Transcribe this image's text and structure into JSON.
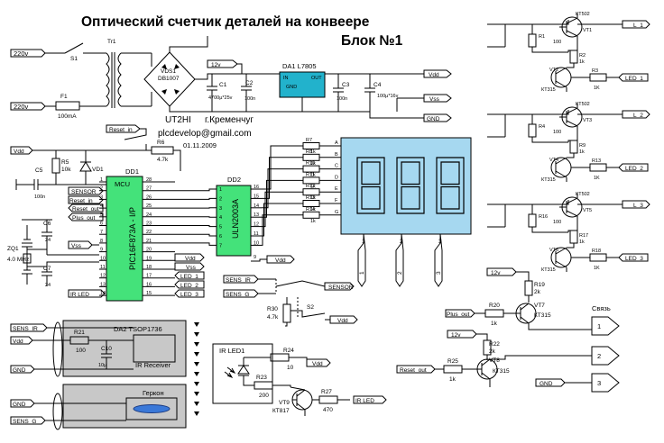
{
  "title": {
    "line1": "Оптический счетчик деталей на конвеере",
    "line2": "Блок №1"
  },
  "author": {
    "call": "UT2HI",
    "city": "г.Кременчуг",
    "email": "plcdevelop@gmail.com",
    "date": "01.11.2009"
  },
  "power": {
    "in1": "220v",
    "in2": "220v",
    "s1": "S1",
    "tr": "Tr1",
    "f1": "F1",
    "f1_val": "100mA",
    "vds": "VDS1",
    "vds_part": "DB1007",
    "c1": "C1",
    "c1_val": "4700µ*25v",
    "c2": "C2",
    "c2_val": "100n",
    "reg": "DA1  L7805",
    "reg_in": "IN",
    "reg_out": "OUT",
    "reg_gnd": "GND",
    "c3": "C3",
    "c3_val": "100n",
    "c4": "C4",
    "c4_val": "100µ*16v",
    "v12": "12v",
    "vdd": "Vdd",
    "vss": "Vss",
    "gnd": "GND"
  },
  "reset": {
    "label": "Reset_in",
    "r6": "R6",
    "r6_val": "4.7k",
    "vdd": "Vdd",
    "r5": "R5",
    "r5_val": "10k",
    "vd1": "VD1",
    "c5": "C5",
    "c5_val": "100n"
  },
  "mcu": {
    "ref": "DD1",
    "name": "MCU",
    "part": "PIC16F873A - I/P",
    "left_pins": [
      "1",
      "2",
      "3",
      "4",
      "5",
      "6",
      "7",
      "8",
      "9",
      "10",
      "11",
      "12",
      "13",
      "14"
    ],
    "right_pins": [
      "28",
      "27",
      "26",
      "25",
      "24",
      "23",
      "22",
      "21",
      "20",
      "19",
      "18",
      "17",
      "16",
      "15"
    ],
    "left_sigs": [
      "SENSOR",
      "Reset_in",
      "Reset_out",
      "Plus_out"
    ],
    "vss": "Vss",
    "zq": "ZQ1",
    "zq_val": "4.0 MHz",
    "c6": "C6",
    "c6_val": "24",
    "c7": "C7",
    "c7_val": "24",
    "ir_led": "IR LED",
    "right_sigs": [
      "Vdd",
      "Vss",
      "LED_1",
      "LED_2",
      "LED_3"
    ]
  },
  "drv": {
    "ref": "DD2",
    "part": "ULN2003A",
    "left_pins": [
      "1",
      "2",
      "3",
      "4",
      "5",
      "6",
      "7"
    ],
    "right_pins": [
      "16",
      "15",
      "14",
      "13",
      "12",
      "11",
      "10"
    ],
    "pin9": "9",
    "vdd": "Vdd"
  },
  "seg_res": {
    "names": [
      "R7",
      "R8",
      "R10",
      "R11",
      "R12",
      "R13",
      "R14"
    ],
    "vals": [
      "1k",
      "1k",
      "1k",
      "1k",
      "1k",
      "1k",
      "1k"
    ],
    "letters": [
      "A",
      "B",
      "C",
      "D",
      "E",
      "F",
      "G"
    ]
  },
  "display": {
    "digits": [
      "1",
      "2",
      "3"
    ]
  },
  "outs": [
    {
      "q1": "VT1",
      "q1p": "КТ502",
      "r1": "R1",
      "r1v": "100",
      "r2": "R2",
      "r2v": "1k",
      "q2": "VT2",
      "q2p": "КТ315",
      "r3": "R3",
      "r3v": "1K",
      "l": "L_1",
      "led": "LED_1"
    },
    {
      "q1": "VT3",
      "q1p": "КТ502",
      "r1": "R4",
      "r1v": "100",
      "r2": "R9",
      "r2v": "1k",
      "q2": "VT4",
      "q2p": "КТ315",
      "r3": "R13",
      "r3v": "1K",
      "l": "L_2",
      "led": "LED_2"
    },
    {
      "q1": "VT5",
      "q1p": "КТ502",
      "r1": "R16",
      "r1v": "100",
      "r2": "R17",
      "r2v": "1k",
      "q2": "VT6",
      "q2p": "КТ315",
      "r3": "R18",
      "r3v": "1K",
      "l": "L_3",
      "led": "LED_3"
    }
  ],
  "sens_switch": {
    "sens_ir": "SENS_IR",
    "sens_g": "SENS_G",
    "sensor": "SENSOR",
    "s2": "S2",
    "r30": "R30",
    "r30_val": "4.7k",
    "vdd": "Vdd"
  },
  "link": {
    "title": "Связь",
    "v12": "12v",
    "r19": "R19",
    "r19_val": "2k",
    "plus_out": "Plus_out",
    "r20": "R20",
    "r20_val": "1k",
    "vt7": "VT7",
    "vt7_part": "КТ315",
    "v12b": "12v",
    "r22": "R22",
    "r22_val": "2k",
    "reset_out": "Reset_out",
    "r25": "R25",
    "r25_val": "1k",
    "vt8": "VT8",
    "vt8_part": "КТ315",
    "gnd": "GND",
    "pins": [
      "1",
      "2",
      "3"
    ]
  },
  "tsop": {
    "sens_ir": "SENS_IR",
    "vdd": "Vdd",
    "gnd": "GND",
    "title": "DA2  TSOP1736",
    "r21": "R21",
    "r21_val": "100",
    "c10": "C10",
    "c10_val": "10µ",
    "label": "IR  Receiver"
  },
  "reed": {
    "gnd": "GND",
    "sens_g": "SENS_G",
    "title": "Геркон"
  },
  "irled": {
    "title": "IR  LED1",
    "r24": "R24",
    "r24_val": "10",
    "vdd": "Vdd",
    "r23": "R23",
    "r23_val": "200",
    "vt9": "VT9",
    "vt9_part": "КТ817",
    "r27": "R27",
    "r27_val": "470",
    "ir_led": "IR LED"
  },
  "colors": {
    "ink": "#000000",
    "box": "#c8c8c8",
    "display": "#a6d8f0",
    "reg": "#22b2cc",
    "mcu": "#44e27a",
    "reed": "#3a78d8"
  }
}
